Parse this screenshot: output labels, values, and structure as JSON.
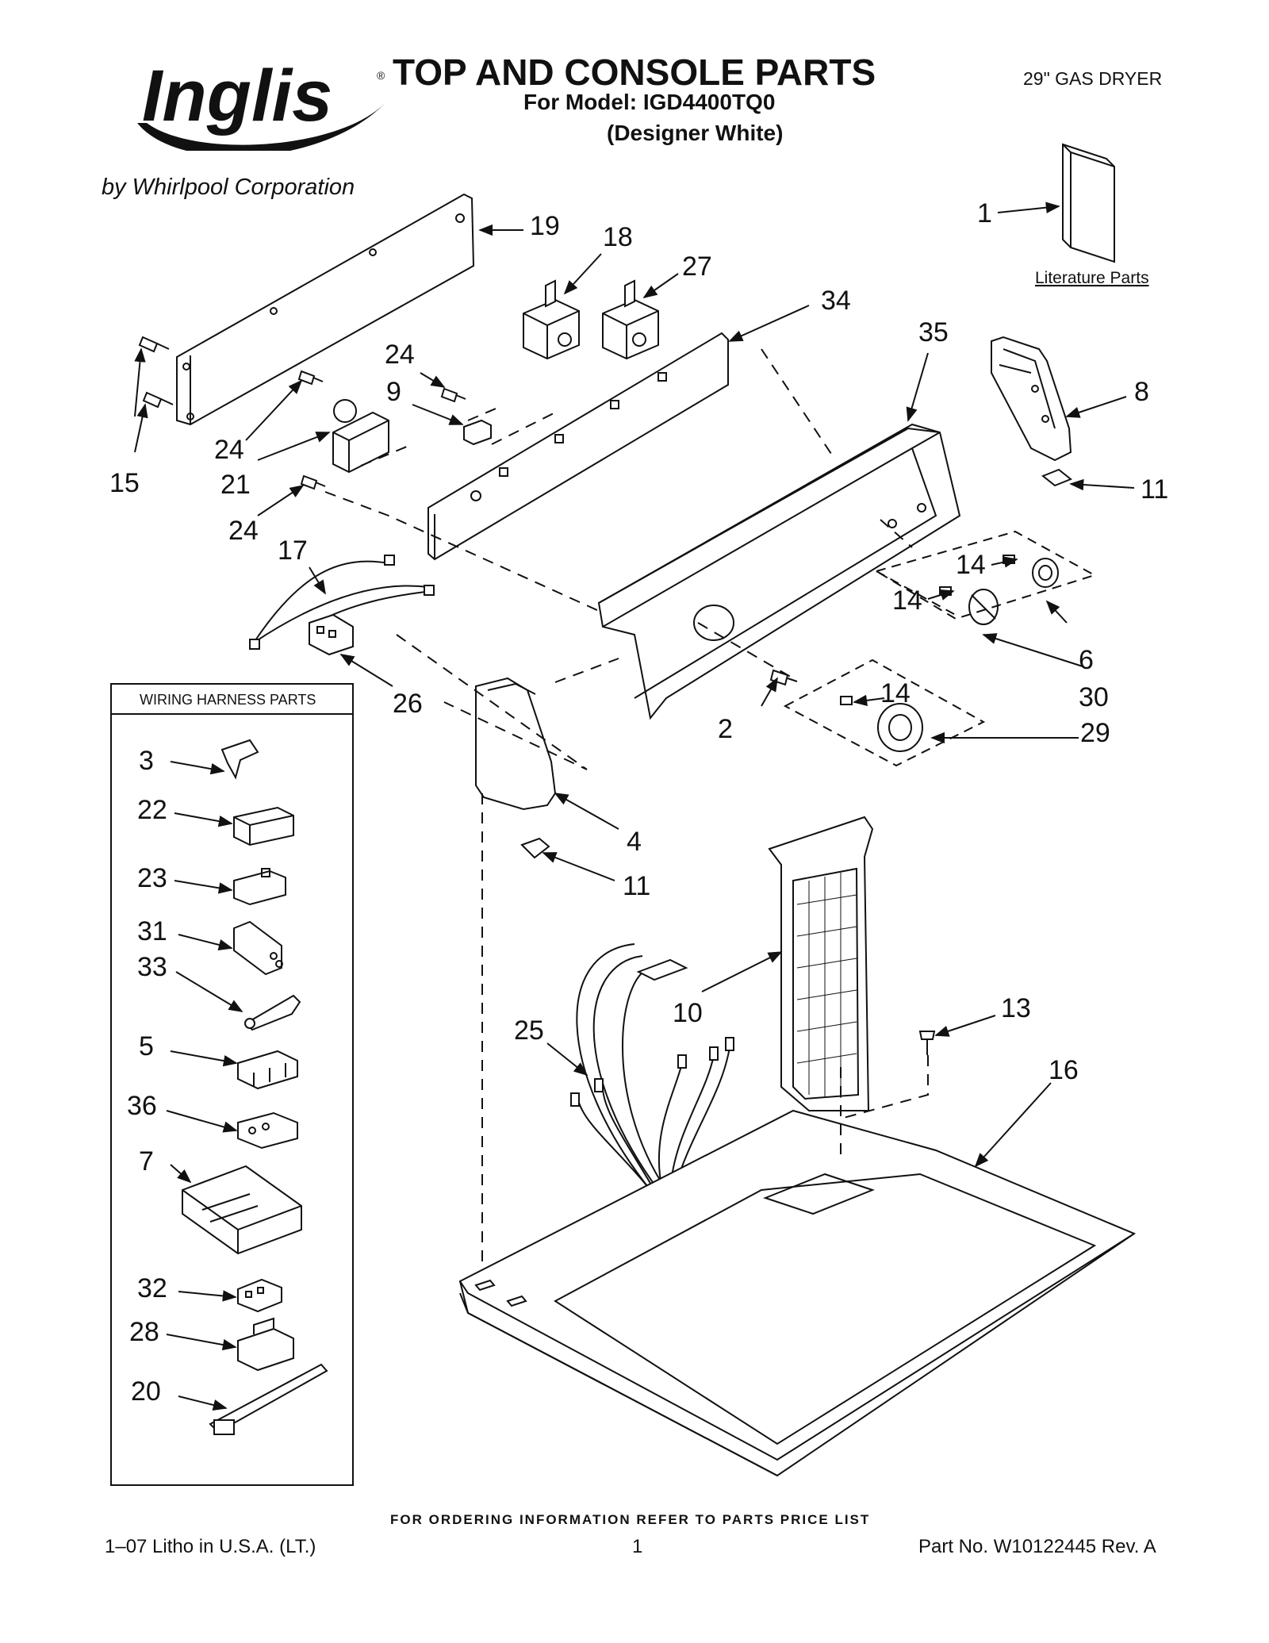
{
  "header": {
    "brand": "Inglis",
    "registered_mark": "®",
    "by_line": "by Whirlpool Corporation",
    "title": "TOP AND CONSOLE PARTS",
    "model_line": "For Model: IGD4400TQ0",
    "color_line": "(Designer White)",
    "product": "29\" GAS DRYER"
  },
  "literature_label": "Literature Parts",
  "wiring_harness_header": "WIRING HARNESS PARTS",
  "callouts": {
    "c1": "1",
    "c2": "2",
    "c3": "3",
    "c4": "4",
    "c5": "5",
    "c6": "6",
    "c7": "7",
    "c8": "8",
    "c9": "9",
    "c10": "10",
    "c11a": "11",
    "c11b": "11",
    "c13": "13",
    "c14a": "14",
    "c14b": "14",
    "c14c": "14",
    "c15": "15",
    "c16": "16",
    "c17": "17",
    "c18": "18",
    "c19": "19",
    "c20": "20",
    "c21": "21",
    "c22": "22",
    "c23": "23",
    "c24a": "24",
    "c24b": "24",
    "c24c": "24",
    "c25": "25",
    "c26": "26",
    "c27": "27",
    "c28": "28",
    "c29": "29",
    "c30": "30",
    "c31": "31",
    "c32": "32",
    "c33": "33",
    "c34": "34",
    "c35": "35",
    "c36": "36"
  },
  "footer": {
    "ordering_note": "FOR ORDERING INFORMATION REFER TO PARTS PRICE LIST",
    "litho": "1–07 Litho in U.S.A. (LT.)",
    "page_number": "1",
    "part_number": "Part No. W10122445 Rev. A"
  }
}
